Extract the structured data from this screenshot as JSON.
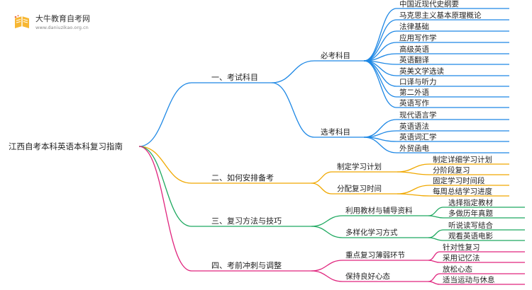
{
  "logo": {
    "title": "大牛教育自考网",
    "url": "www.daniuzikao.org.cn"
  },
  "colors": {
    "blue": "#1e88e5",
    "orange": "#f0a800",
    "green": "#1fa960",
    "magenta": "#e0257e"
  },
  "root": "江西自考本科英语本科复习指南",
  "branches": [
    {
      "label": "一、考试科目",
      "color": "#1e88e5",
      "children": [
        {
          "label": "必考科目",
          "children": [
            "中国近现代史纲要",
            "马克思主义基本原理概论",
            "法律基础",
            "应用写作学",
            "高级英语",
            "英语翻译",
            "英美文学选读",
            "口译与听力",
            "第二外语",
            "英语写作"
          ]
        },
        {
          "label": "选考科目",
          "children": [
            "现代语言学",
            "英语语法",
            "英语词汇学",
            "外贸函电"
          ]
        }
      ]
    },
    {
      "label": "二、如何安排备考",
      "color": "#f0a800",
      "children": [
        {
          "label": "制定学习计划",
          "children": [
            "制定详细学习计划",
            "分阶段复习"
          ]
        },
        {
          "label": "分配复习时间",
          "children": [
            "固定学习时间段",
            "每周总结学习进度"
          ]
        }
      ]
    },
    {
      "label": "三、复习方法与技巧",
      "color": "#1fa960",
      "children": [
        {
          "label": "利用教材与辅导资料",
          "children": [
            "选择指定教材",
            "多做历年真题"
          ]
        },
        {
          "label": "多样化学习方式",
          "children": [
            "听说读写结合",
            "观看英语电影"
          ]
        }
      ]
    },
    {
      "label": "四、考前冲刺与调整",
      "color": "#e0257e",
      "children": [
        {
          "label": "重点复习薄弱环节",
          "children": [
            "针对性复习",
            "采用记忆法"
          ]
        },
        {
          "label": "保持良好心态",
          "children": [
            "放松心态",
            "适当运动与休息"
          ]
        }
      ]
    }
  ]
}
